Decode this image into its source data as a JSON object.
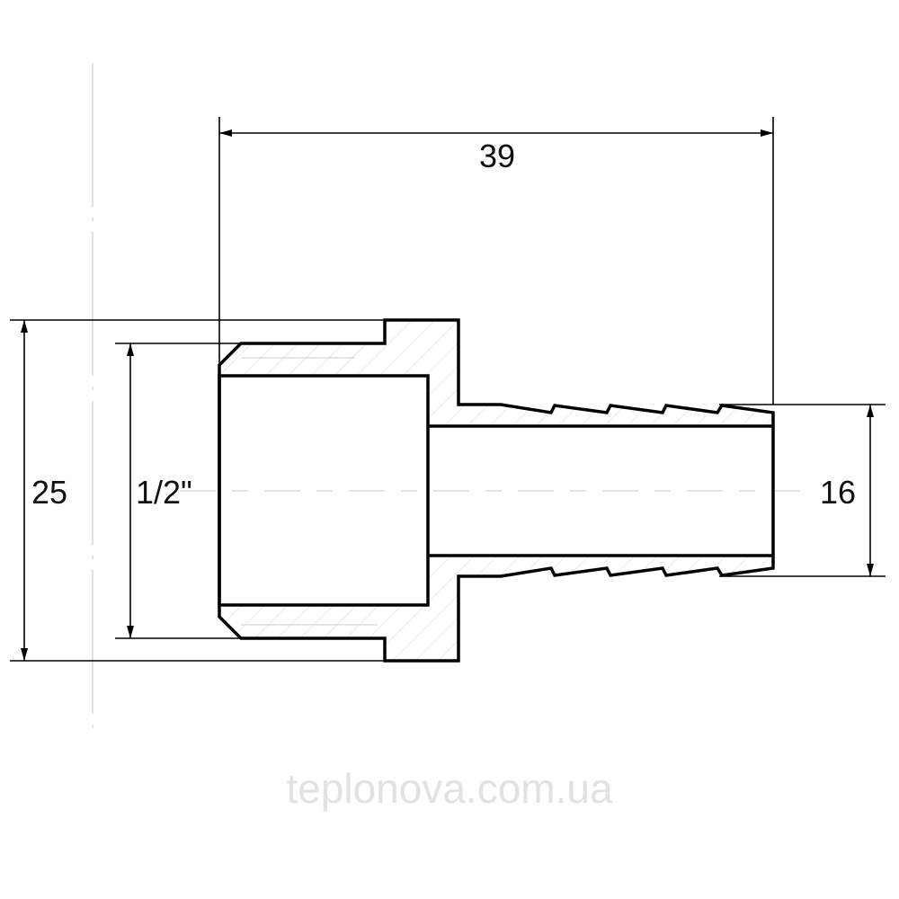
{
  "drawing": {
    "title": "",
    "dimensions": {
      "overall_length": "39",
      "outer_diameter": "25",
      "thread_size": "1/2\"",
      "barb_diameter": "16"
    },
    "watermark": "teplonova.com.ua",
    "colors": {
      "line": "#000000",
      "centerline": "#cfcfcf",
      "hatch": "#d4d4d4",
      "watermark": "#e2e2e2"
    }
  }
}
